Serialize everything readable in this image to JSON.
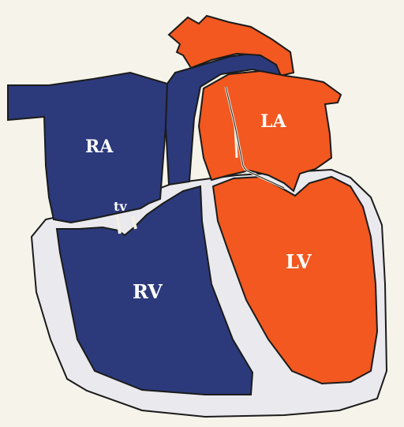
{
  "diagram": {
    "colors": {
      "background": "#f6f4ea",
      "wall": "#e9e9ee",
      "deoxygenated": "#2c3a7c",
      "oxygenated": "#f2581f",
      "outline": "#1b1b1b",
      "label": "#ffffff"
    },
    "labels": {
      "right_atrium": "RA",
      "tricuspid_valve": "tv",
      "right_ventricle": "RV",
      "left_atrium": "LA",
      "left_ventricle": "LV"
    }
  }
}
